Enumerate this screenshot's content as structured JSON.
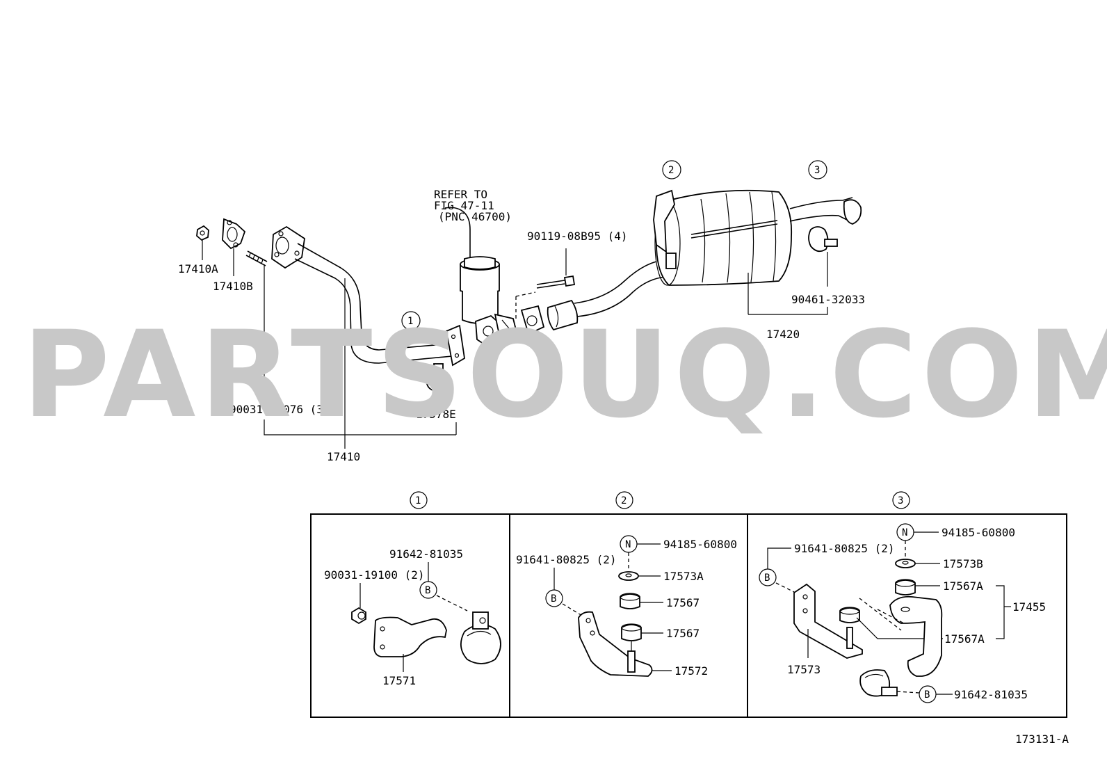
{
  "watermark": "PARTSOUQ.COM",
  "figure_code": "173131-A",
  "refer_note": {
    "line1": "REFER TO",
    "line2": "FIG 47-11",
    "line3": "(PNC 46700)"
  },
  "callouts": {
    "c1": "1",
    "c2": "2",
    "c3": "3"
  },
  "main_labels": {
    "p17410A": "17410A",
    "p17410B": "17410B",
    "p90031_16076": "90031-16076 (3)",
    "p17578E": "17578E",
    "p17410": "17410",
    "p90119_08B95": "90119-08B95 (4)",
    "p90461_32033": "90461-32033",
    "p17420": "17420"
  },
  "detail_1": {
    "callout": "1",
    "p91642_81035": "91642-81035",
    "p90031_19100": "90031-19100 (2)",
    "letter_b": "B",
    "p17571": "17571"
  },
  "detail_2": {
    "callout": "2",
    "p91641_80825": "91641-80825 (2)",
    "letter_b": "B",
    "letter_n": "N",
    "p94185_60800": "94185-60800",
    "p17573A": "17573A",
    "p17567_a": "17567",
    "p17567_b": "17567",
    "p17572": "17572"
  },
  "detail_3": {
    "callout": "3",
    "p91641_80825": "91641-80825 (2)",
    "letter_b1": "B",
    "letter_n": "N",
    "letter_b2": "B",
    "p94185_60800": "94185-60800",
    "p17573B": "17573B",
    "p17567A_a": "17567A",
    "p17567A_b": "17567A",
    "p17455": "17455",
    "p17573": "17573",
    "p91642_81035": "91642-81035"
  }
}
